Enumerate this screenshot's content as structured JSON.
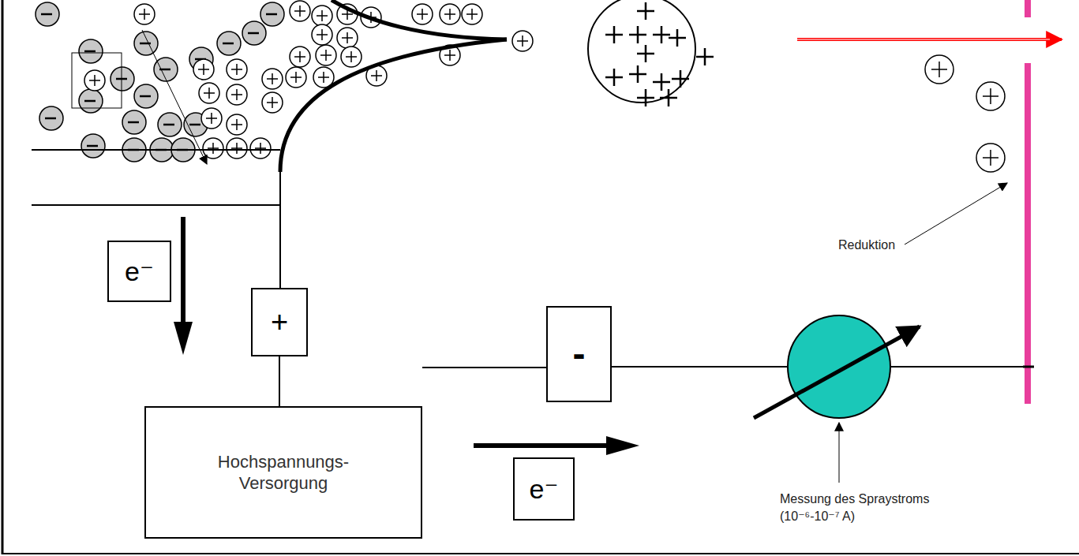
{
  "diagram": {
    "nodes": [
      {
        "text": [
          "e⁻"
        ]
      },
      {
        "text": [
          "+"
        ]
      },
      {
        "text": [
          "-"
        ]
      },
      {
        "text": [
          "Hochspannungs- Versorgung"
        ]
      },
      {
        "text": [
          "e⁻"
        ]
      }
    ],
    "edges": [
      {
        "from": 1,
        "to": 3,
        "arrow": "none"
      },
      {
        "from": 3,
        "to": 2,
        "arrow": "none"
      }
    ],
    "labels": [
      "Reduktion",
      "Messung des Spraystroms (10⁻⁶-10⁻⁷ A)"
    ]
  }
}
